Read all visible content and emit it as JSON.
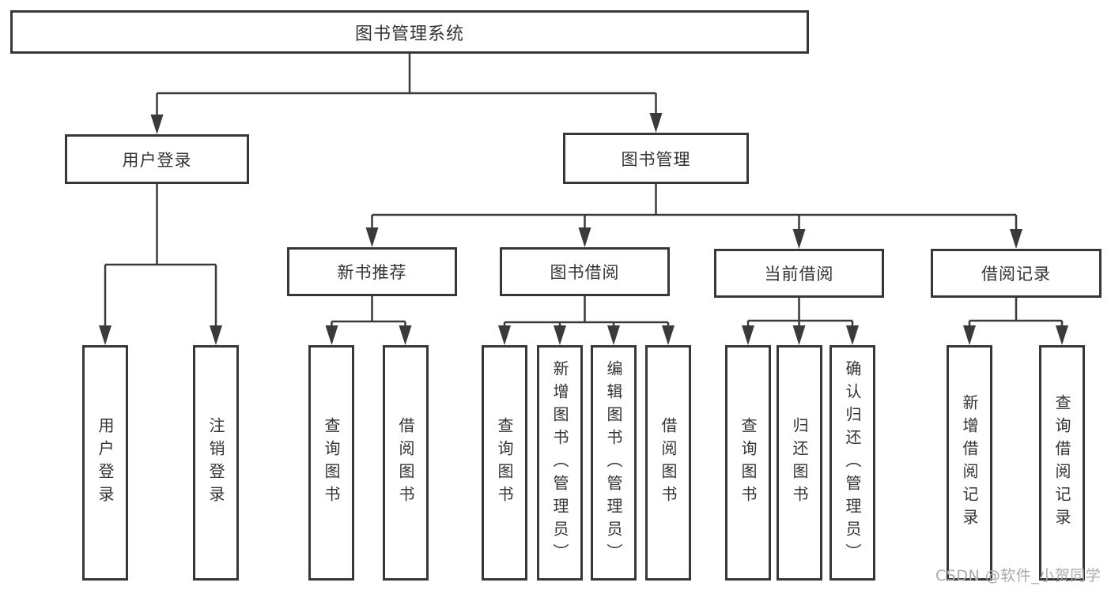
{
  "diagram_title": "图书管理系统",
  "tree": {
    "label": "图书管理系统",
    "children": [
      {
        "label": "用户登录",
        "children": [
          {
            "label": "用户登录"
          },
          {
            "label": "注销登录"
          }
        ]
      },
      {
        "label": "图书管理",
        "children": [
          {
            "label": "新书推荐",
            "children": [
              {
                "label": "查询图书"
              },
              {
                "label": "借阅图书"
              }
            ]
          },
          {
            "label": "图书借阅",
            "children": [
              {
                "label": "查询图书"
              },
              {
                "label": "新增图书（管理员）"
              },
              {
                "label": "编辑图书（管理员）"
              },
              {
                "label": "借阅图书"
              }
            ]
          },
          {
            "label": "当前借阅",
            "children": [
              {
                "label": "查询图书"
              },
              {
                "label": "归还图书"
              },
              {
                "label": "确认归还（管理员）"
              }
            ]
          },
          {
            "label": "借阅记录",
            "children": [
              {
                "label": "新增借阅记录"
              },
              {
                "label": "查询借阅记录"
              }
            ]
          }
        ]
      }
    ]
  },
  "watermark": "CSDN @软件_小贺同学",
  "colors": {
    "background": "#ffffff",
    "box_border": "#373737",
    "connector_line": "#3a3a3a",
    "text": "#333333",
    "watermark_text": "#a9a9a9"
  }
}
